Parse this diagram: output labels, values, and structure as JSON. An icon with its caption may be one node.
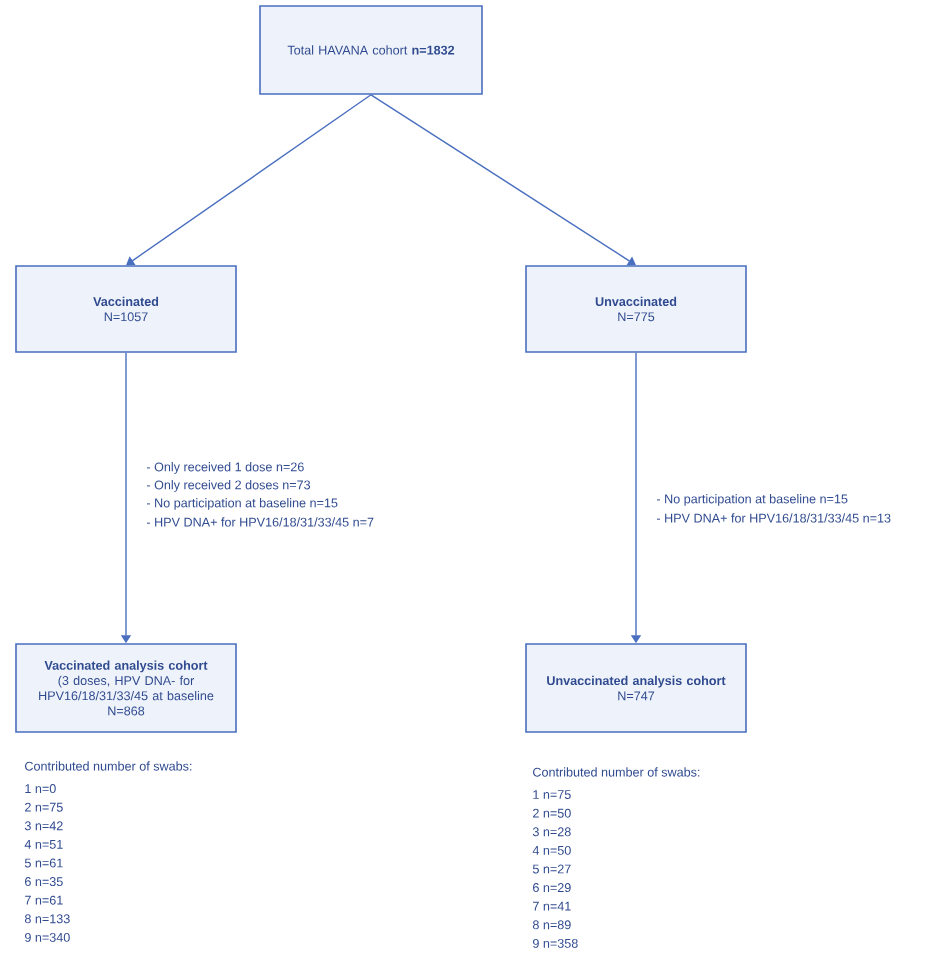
{
  "diagram": {
    "nodes": [
      {
        "text": [
          "Total HAVANA cohort **n=1832**"
        ]
      },
      {
        "text": [
          "Vaccinated",
          "N=1057"
        ]
      },
      {
        "text": [
          "Unvaccinated",
          "N=775"
        ]
      },
      {
        "text": [
          "Vaccinated analysis cohort",
          "(3 doses, HPV DNA- for HPV16/18/31/33/45 at baseline",
          "N=868"
        ],
        "beside": [
          "Contributed number of swabs:",
          "1 n=0",
          "2 n=75",
          "3 n=42",
          "4 n=51",
          "5 n=61",
          "6 n=35",
          "7 n=61",
          "8 n=133",
          "9 n=340"
        ]
      },
      {
        "text": [
          "Unvaccinated analysis cohort",
          "N=747"
        ],
        "beside": [
          "Contributed number of swabs:",
          "1 n=75",
          "2 n=50",
          "3 n=28",
          "4 n=50",
          "5 n=27",
          "6 n=29",
          "7 n=41",
          "8 n=89",
          "9 n=358"
        ]
      }
    ],
    "edges": [
      {
        "from": 0,
        "to": 1,
        "arrow": "to"
      },
      {
        "from": 0,
        "to": 2,
        "arrow": "to"
      },
      {
        "from": 1,
        "to": 3,
        "arrow": "to"
      },
      {
        "from": 2,
        "to": 4,
        "arrow": "to"
      }
    ],
    "labels": [
      "- Only received 1 dose n=26",
      "- Only received 2 doses n=73",
      "- No participation at baseline n=15",
      "- HPV DNA+ for HPV16/18/31/33/45 n=7",
      "- No participation at baseline n=15",
      "- HPV DNA+ for HPV16/18/31/33/45 n=13"
    ]
  }
}
